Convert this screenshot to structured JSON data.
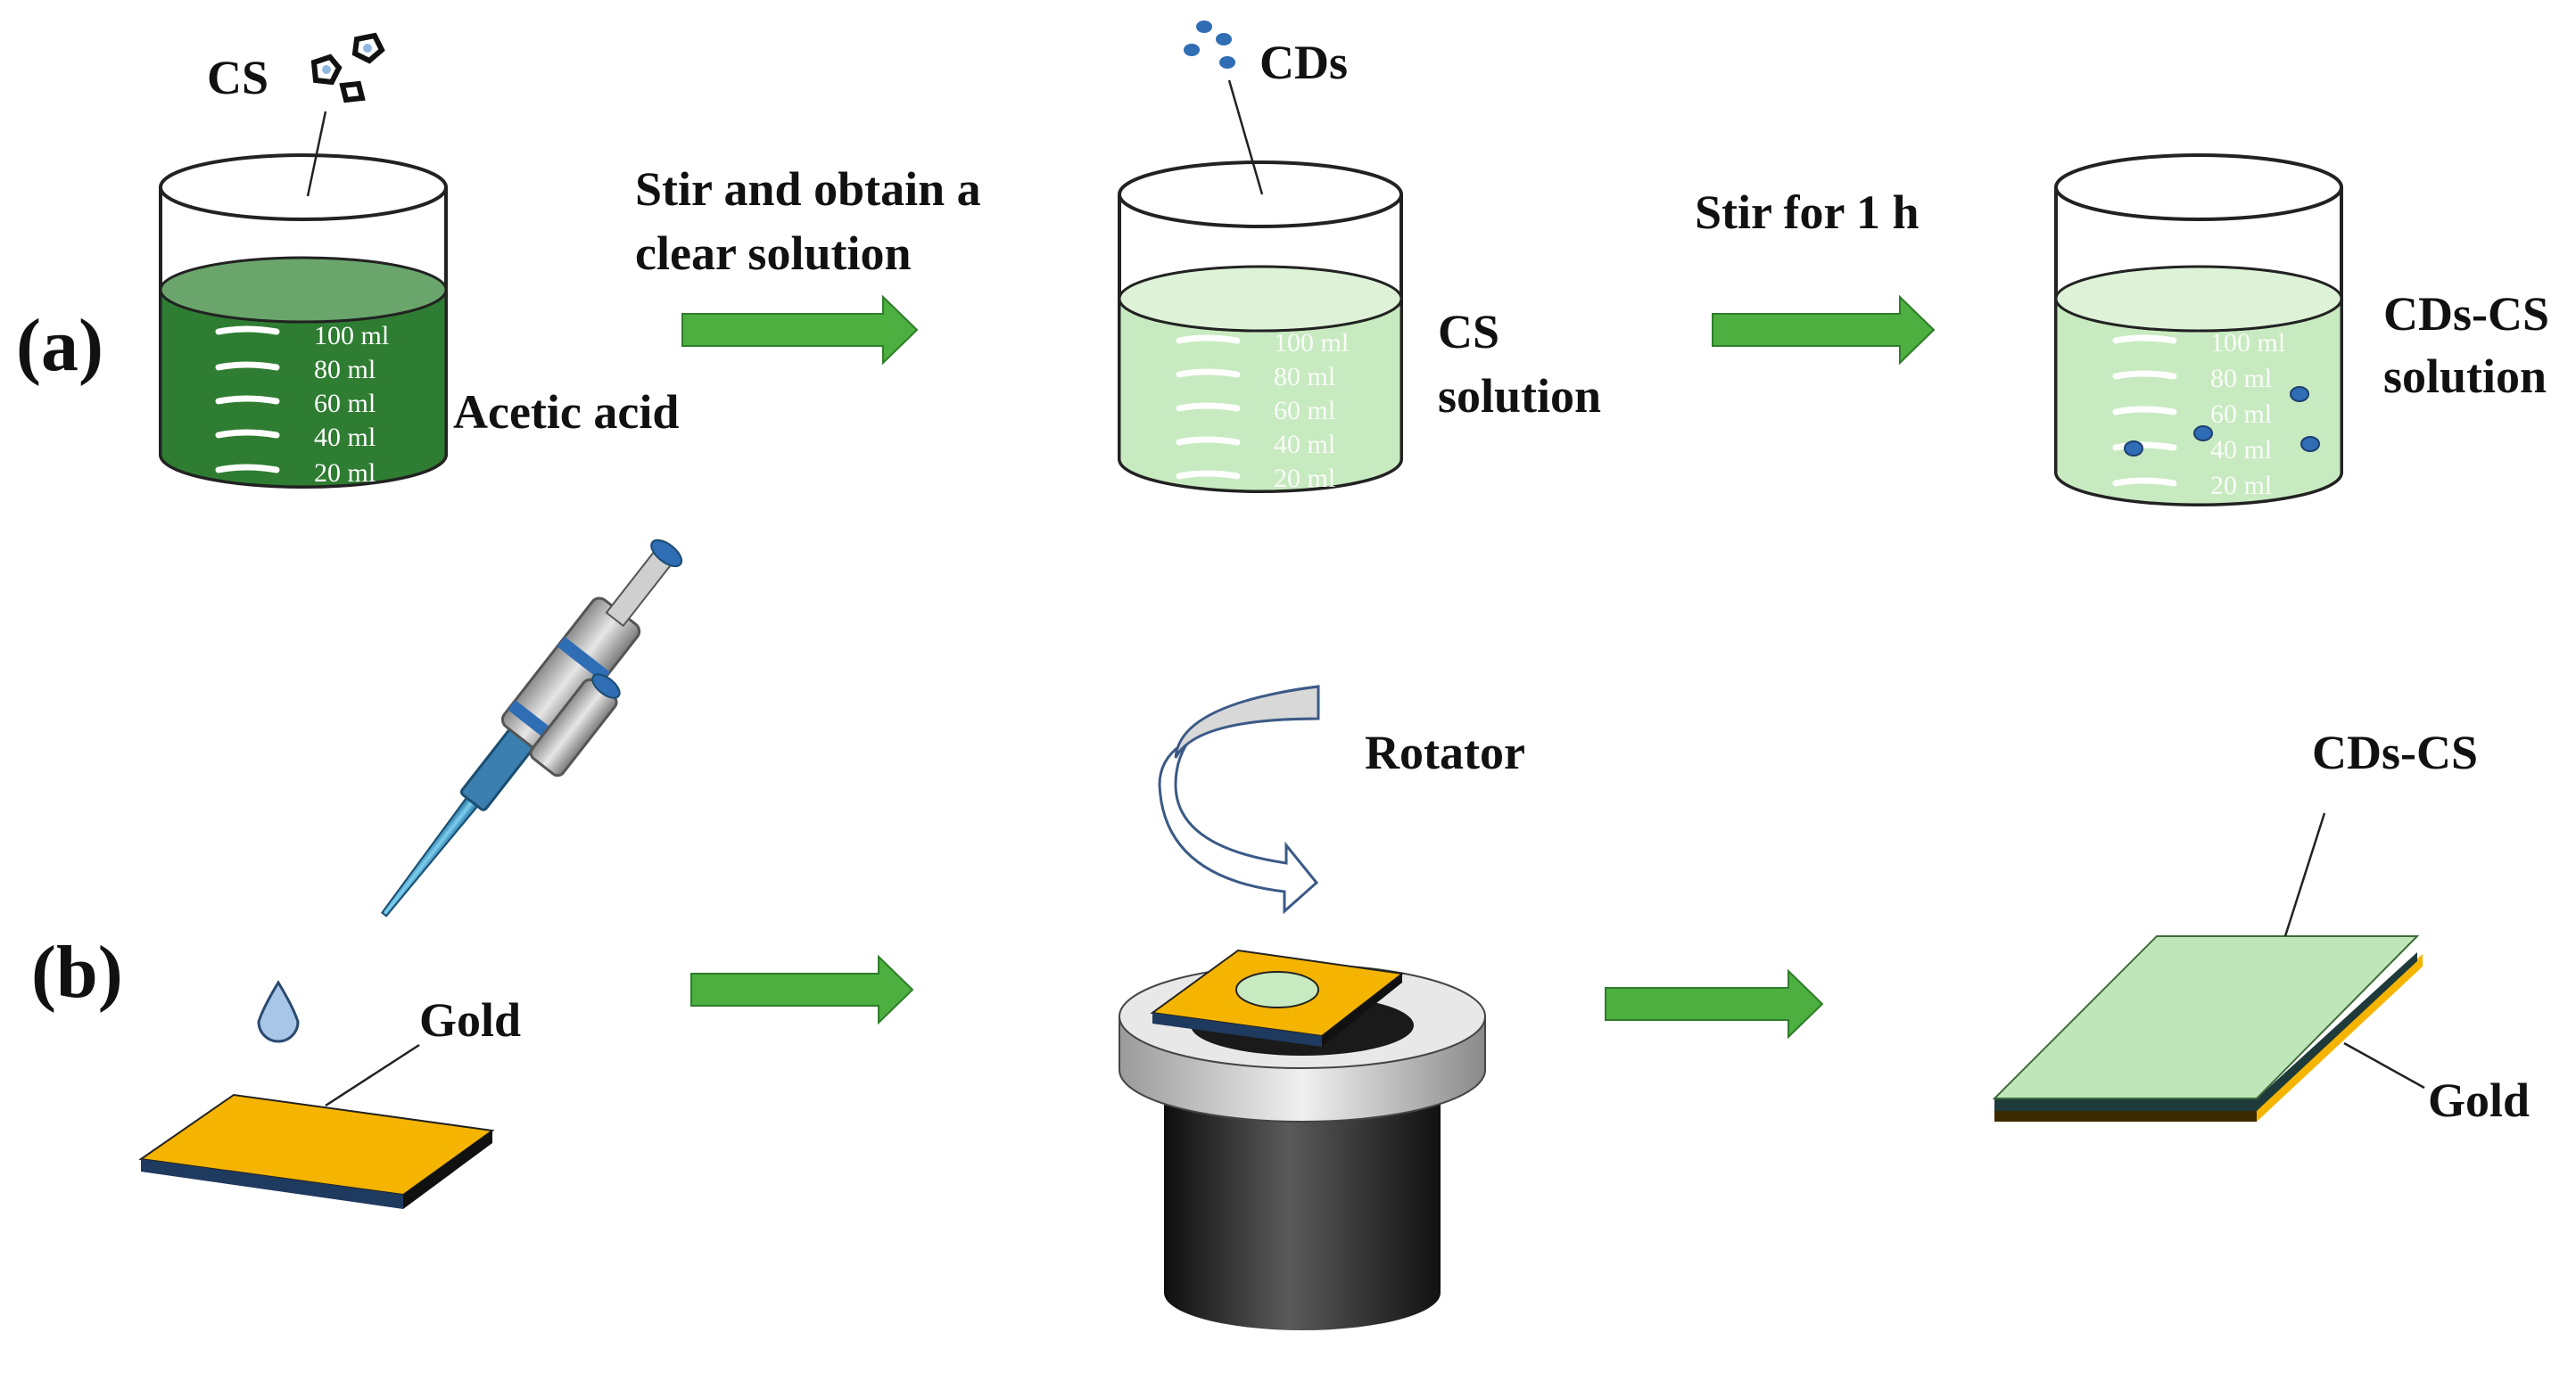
{
  "panels": {
    "a": "(a)",
    "b": "(b)"
  },
  "row_a": {
    "cs_label": "CS",
    "cds_label": "CDs",
    "acetic_acid_label": "Acetic acid",
    "step1_line1": "Stir and obtain a",
    "step1_line2": "clear solution",
    "cs_solution_line1": "CS",
    "cs_solution_line2": "solution",
    "step2_label": "Stir for 1 h",
    "cdscs_solution_line1": "CDs-CS",
    "cdscs_solution_line2": "solution",
    "scale_marks": [
      "100 ml",
      "80 ml",
      "60 ml",
      "40 ml",
      "20 ml"
    ]
  },
  "row_b": {
    "gold_label": "Gold",
    "rotator_label": "Rotator",
    "film_label": "CDs-CS",
    "gold_label_2": "Gold"
  },
  "colors": {
    "acetic_acid": "#2e7d32",
    "cs_solution": "#c8eac0",
    "arrow": "#4caf3f",
    "gold": "#f5b400",
    "film": "#bfe6b8",
    "dots": "#2f6db5",
    "substrate_edge": "#1f3a5f"
  }
}
